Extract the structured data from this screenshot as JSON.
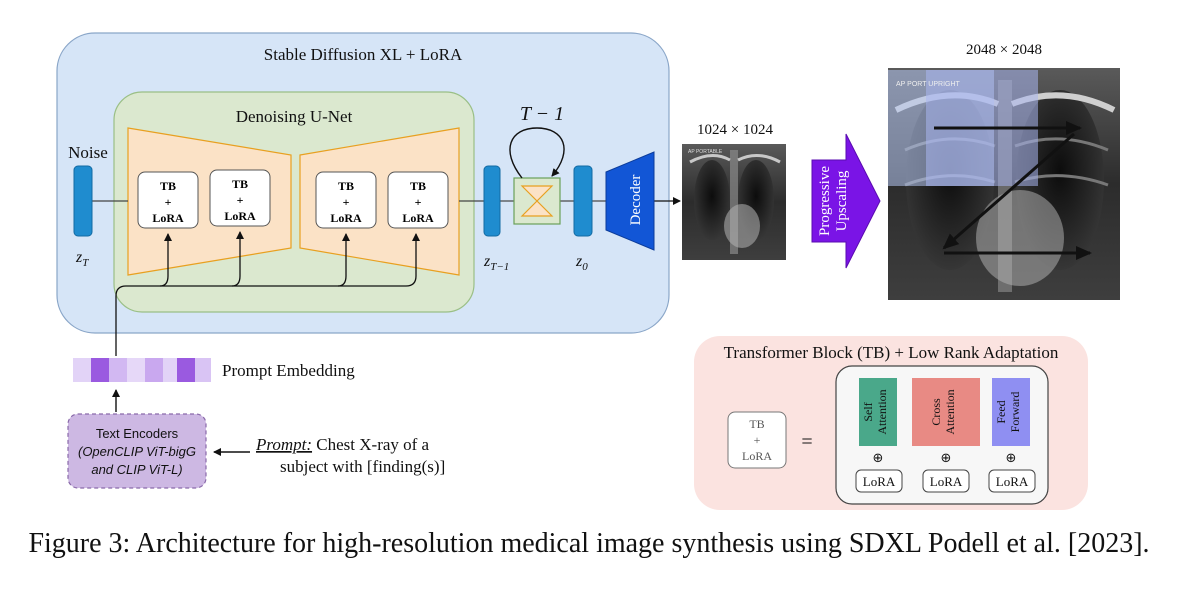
{
  "sdxl": {
    "title": "Stable Diffusion XL + LoRA",
    "unet_title": "Denoising U-Net",
    "noise_label": "Noise",
    "zt_label": "z",
    "zt_sub": "T",
    "ztm1_label": "z",
    "ztm1_sub": "T−1",
    "z0_label": "z",
    "z0_sub": "0",
    "loop_label": "T − 1",
    "decoder_label": "Decoder",
    "tb_blocks": [
      {
        "l1": "TB",
        "l2": "+",
        "l3": "LoRA"
      },
      {
        "l1": "TB",
        "l2": "+",
        "l3": "LoRA"
      },
      {
        "l1": "TB",
        "l2": "+",
        "l3": "LoRA"
      },
      {
        "l1": "TB",
        "l2": "+",
        "l3": "LoRA"
      }
    ]
  },
  "outputs": {
    "res_small": "1024 × 1024",
    "res_large": "2048 × 2048",
    "upscale_l1": "Progressive",
    "upscale_l2": "Upscaling",
    "xray_small_text": "AP PORTABLE",
    "xray_large_text": "AP PORT UPRIGHT"
  },
  "prompt": {
    "embedding_label": "Prompt Embedding",
    "encoder_l1": "Text Encoders",
    "encoder_l2": "(OpenCLIP ViT-bigG",
    "encoder_l3": "and CLIP ViT-L)",
    "prompt_label": "Prompt:",
    "prompt_l1": " Chest X-ray of a",
    "prompt_l2": "subject with [finding(s)]"
  },
  "tb_detail": {
    "title": "Transformer Block (TB) + Low Rank Adaptation",
    "tb_l1": "TB",
    "tb_l2": "+",
    "tb_l3": "LoRA",
    "equals": "=",
    "oplus": "⊕",
    "blocks": [
      {
        "l1": "Self",
        "l2": "Attention",
        "color": "#4aa88a",
        "lora": "LoRA"
      },
      {
        "l1": "Cross",
        "l2": "Attention",
        "color": "#e88a84",
        "lora": "LoRA"
      },
      {
        "l1": "Feed",
        "l2": "Forward",
        "color": "#8f8ff2",
        "lora": "LoRA"
      }
    ]
  },
  "caption": "Figure 3: Architecture for high-resolution medical image synthesis using SDXL Podell et al. [2023].",
  "colors": {
    "sdxl_bg": "#d6e5f7",
    "unet_bg": "#dbe8cf",
    "encoder_fill": "#cdb8e3",
    "tb_panel_bg": "#fbe3e0",
    "latent_blue": "#1f8ccf",
    "decoder_blue": "#1256d6",
    "upscale_purple": "#7a14e6",
    "trapezoid_fill": "#fbe2c6",
    "trapezoid_stroke": "#e8a020"
  }
}
